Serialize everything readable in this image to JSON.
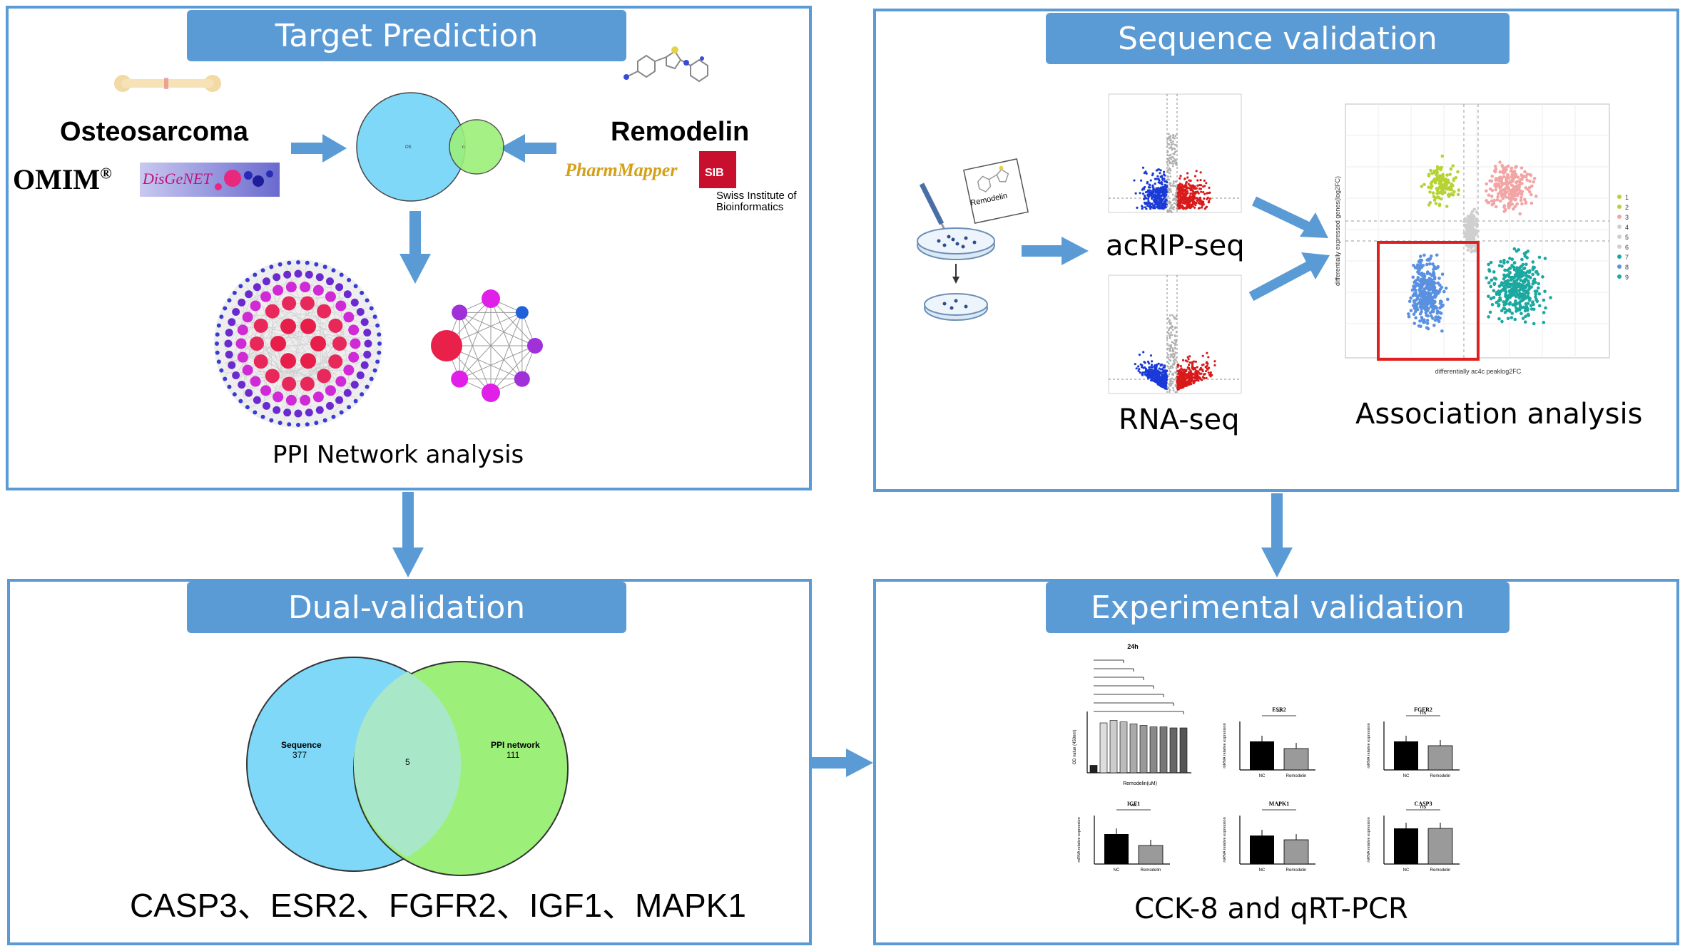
{
  "panels": {
    "target": {
      "title": "Target Prediction",
      "osteo_label": "Osteosarcoma",
      "omim": "OMIM",
      "omim_reg": "®",
      "disgenet": "DisGeNET",
      "remodelin_label": "Remodelin",
      "pharmmapper": "PharmMapper",
      "sib": "SIB",
      "sib_line1": "Swiss Institute of",
      "sib_line2": "Bioinformatics",
      "ppi_caption": "PPI Network analysis"
    },
    "sequence": {
      "title": "Sequence validation",
      "reagent": "Remodelin",
      "acrip": "acRIP-seq",
      "rnaseq": "RNA-seq",
      "assoc": "Association analysis",
      "assoc_xlabel": "differentially ac4c peaklog2FC",
      "assoc_ylabel": "differentially expressed genes(log2FC)",
      "legend": [
        "1",
        "2",
        "3",
        "4",
        "5",
        "6",
        "7",
        "8",
        "9"
      ]
    },
    "dual": {
      "title": "Dual-validation",
      "left_name": "Sequence",
      "left_count": "377",
      "overlap": "5",
      "right_name": "PPI network",
      "right_count": "111",
      "genes": "CASP3、ESR2、FGFR2、IGF1、MAPK1"
    },
    "experimental": {
      "title": "Experimental validation",
      "caption": "CCK-8 and qRT-PCR",
      "cck8_title": "24h",
      "cck8_xlabel": "Remodelin(uM)",
      "cck8_ylabel": "OD value (450nm)",
      "plots": [
        {
          "gene": "ESR2",
          "sig": "**"
        },
        {
          "gene": "FGFR2",
          "sig": "ns"
        },
        {
          "gene": "IGF1",
          "sig": "***"
        },
        {
          "gene": "MAPK1",
          "sig": "*"
        },
        {
          "gene": "CASP3",
          "sig": "ns"
        }
      ],
      "nc": "NC",
      "rem": "Remodelin",
      "ylabel": "mRNA relative expression"
    }
  },
  "colors": {
    "accent": "#5b9bd5",
    "venn_left": "#7fd8f8",
    "venn_right": "#9cf07a",
    "venn_overlap": "#a8e8c8"
  }
}
